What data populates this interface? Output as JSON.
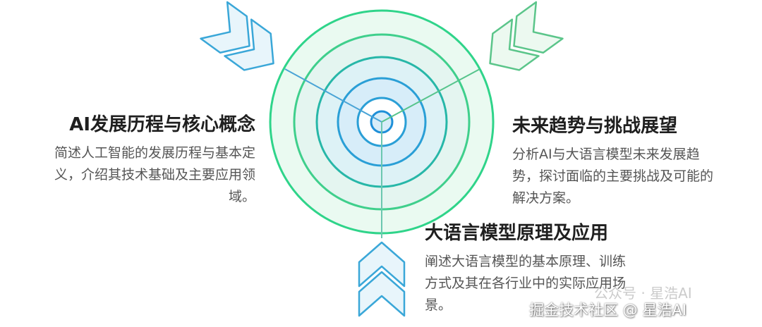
{
  "colors": {
    "ring_outer": "#2fd48a",
    "ring_mid_outer": "#3fcf8c",
    "ring_mid": "#27b7a8",
    "ring_inner": "#2a9fd6",
    "ring_core": "#1e8fd8",
    "ring_fill_1": "#eafaf1",
    "ring_fill_2": "#e4f5f0",
    "ring_fill_3": "#ddf2f6",
    "ring_fill_4": "#d7edf9",
    "chevron_fill": "#e8f5fb",
    "chevron_stroke": "#3aa7d8",
    "chevron_right_fill": "#ecf9f0",
    "chevron_right_stroke": "#5bc58a",
    "line_left": "#4aa4d6",
    "line_right": "#56c48c",
    "line_bottom": "#6bc7b0"
  },
  "nodes": {
    "left": {
      "title": "AI发展历程与核心概念",
      "desc_lines": [
        "简述人工智能的发展历程与基本定",
        "义，介绍其技术基础及主要应用领",
        "域。"
      ]
    },
    "right": {
      "title": "未来趋势与挑战展望",
      "desc_lines": [
        "分析AI与大语言模型未来发展趋",
        "势，探讨面临的主要挑战及可能的",
        "解决方案。"
      ]
    },
    "bottom": {
      "title": "大语言模型原理及应用",
      "desc_lines": [
        "阐述大语言模型的基本原理、训练",
        "方式及其在各行业中的实际应用场",
        "景。"
      ]
    }
  },
  "watermark_bg": "公众号 · 星浩AI",
  "watermark": "掘金技术社区 @ 星浩AI"
}
